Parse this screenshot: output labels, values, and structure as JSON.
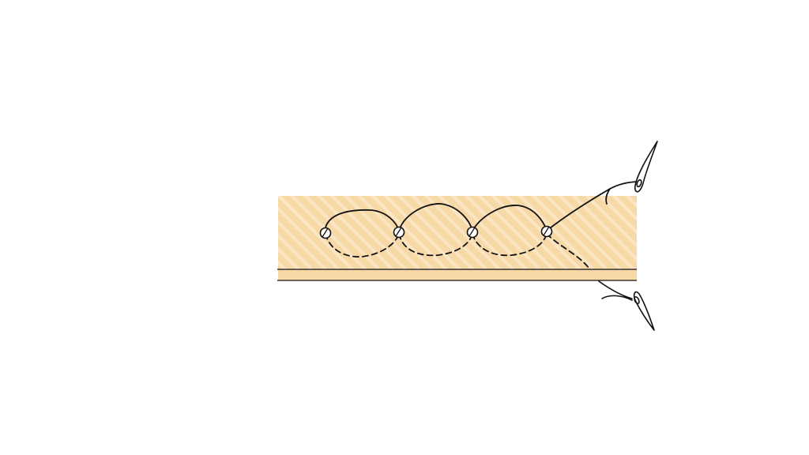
{
  "diagram": {
    "kind": "running-stitch-through-leather",
    "colors": {
      "background": "#ffffff",
      "leather": "#f7d9a8",
      "hatch": "#fbe6c4",
      "ink": "#111111",
      "hole_fill": "#ffffff"
    },
    "stitch_holes": 4,
    "needles": 2,
    "threads": [
      {
        "side": "front",
        "style": "solid"
      },
      {
        "side": "back",
        "style": "dashed"
      }
    ]
  }
}
